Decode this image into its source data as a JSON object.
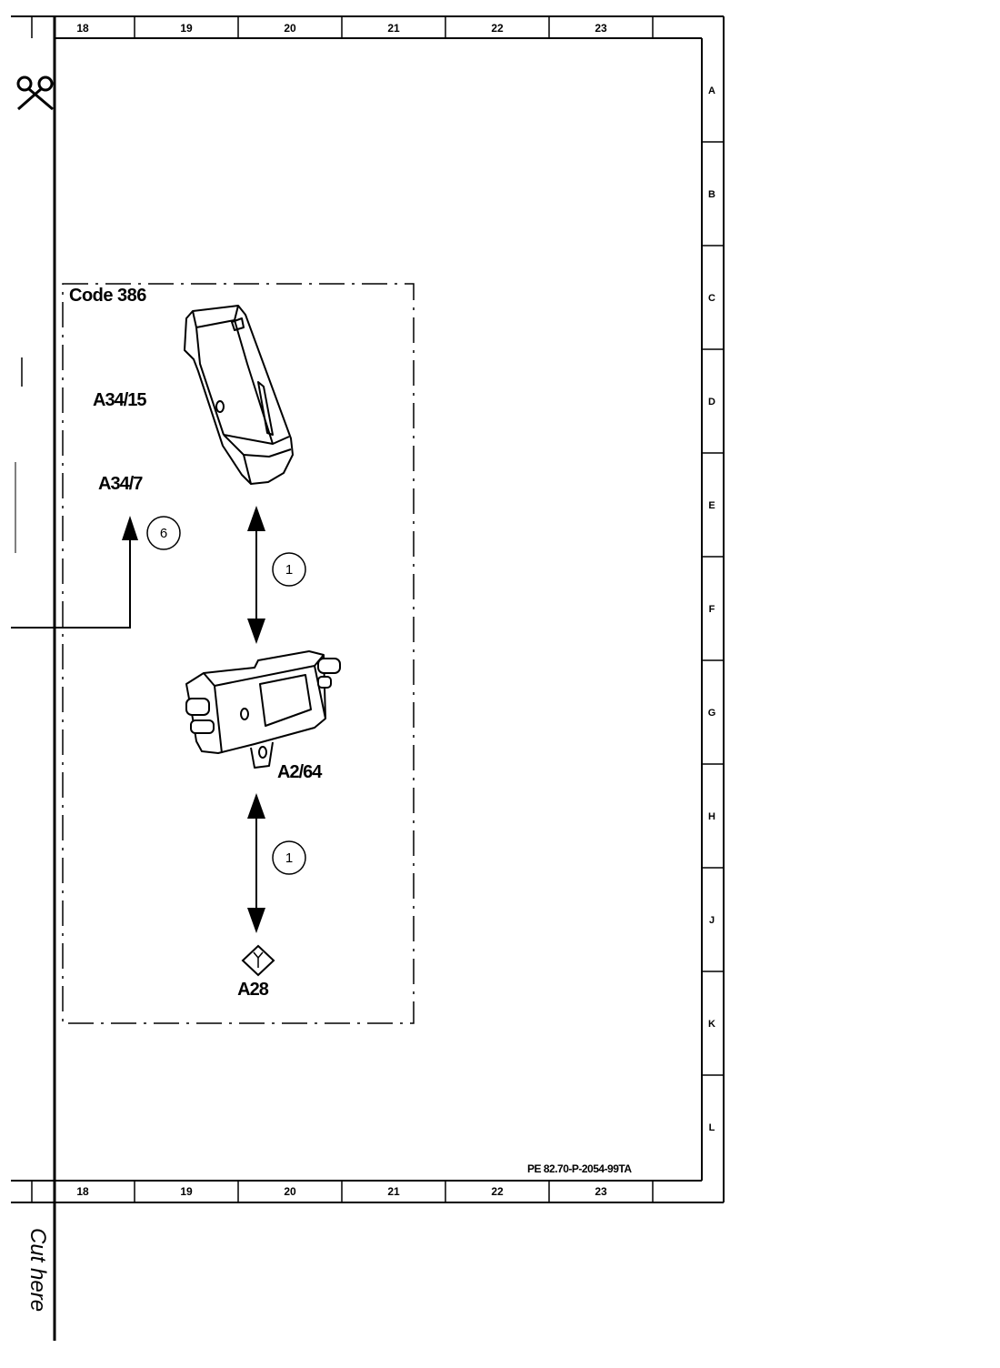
{
  "frame": {
    "columns_top": [
      "18",
      "19",
      "20",
      "21",
      "22",
      "23"
    ],
    "columns_bottom": [
      "18",
      "19",
      "20",
      "21",
      "22",
      "23"
    ],
    "rows": [
      "A",
      "B",
      "C",
      "D",
      "E",
      "F",
      "G",
      "H",
      "J",
      "K",
      "L"
    ]
  },
  "diagram": {
    "code_label": "Code 386",
    "components": {
      "cradle": "A34/15",
      "interface": "A34/7",
      "antenna_module": "A2/64",
      "connector": "A28"
    },
    "connection_markers": {
      "cradle_to_module": "1",
      "module_to_connector": "1",
      "interface_ref": "6"
    },
    "reference": "PE 82.70-P-2054-99TA"
  },
  "cut_text": "Cut here",
  "icons": [
    "scissors-icon",
    "connector-diamond-icon"
  ]
}
